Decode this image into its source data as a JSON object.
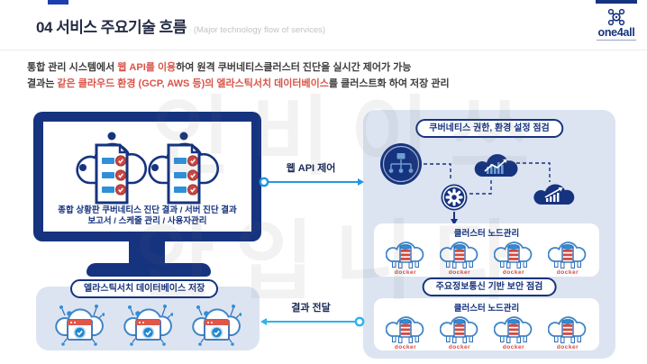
{
  "header": {
    "title": "04 서비스 주요기술 흐름",
    "subtitle": "(Major technology flow of services)",
    "logo_text": "one4all"
  },
  "intro": {
    "line1_pre": "통합 관리 시스템에서 ",
    "line1_highlight": "웹 API를 이용",
    "line1_post": "하여 원격 쿠버네티스클러스터 진단을 실시간 제어가 가능",
    "line2_pre": "결과는 ",
    "line2_highlight": "같은 클라우드 환경 (GCP, AWS 등)의 엘라스틱서치 데이터베이스",
    "line2_post": "를 클러스트화 하여 저장 관리"
  },
  "monitor": {
    "caption_line1": "종합 상황판 쿠버네티스 진단 결과 / 서버 진단 결과",
    "caption_line2": "보고서 / 스케줄 관리 / 사용자관리"
  },
  "storage": {
    "label": "엘라스틱서치 데이터베이스 저장"
  },
  "flows": {
    "to_right_label": "웹 API 제어",
    "to_left_label": "결과 전달"
  },
  "right_panel": {
    "top_label": "쿠버네티스 권한, 환경 설정 점검",
    "cluster_label_1": "클러스터 노드관리",
    "security_label": "주요정보통신 기반 보안 점검",
    "cluster_label_2": "클러스터 노드관리",
    "docker_label": "docker"
  },
  "watermark": {
    "line1": "인비이쓰",
    "line2": "안입니다"
  },
  "colors": {
    "navy": "#16337f",
    "accent_red": "#d95449",
    "arrow_blue_top": "#2296e2",
    "arrow_blue_bottom": "#2fb3e8",
    "panel_blue": "#dce4f2"
  }
}
